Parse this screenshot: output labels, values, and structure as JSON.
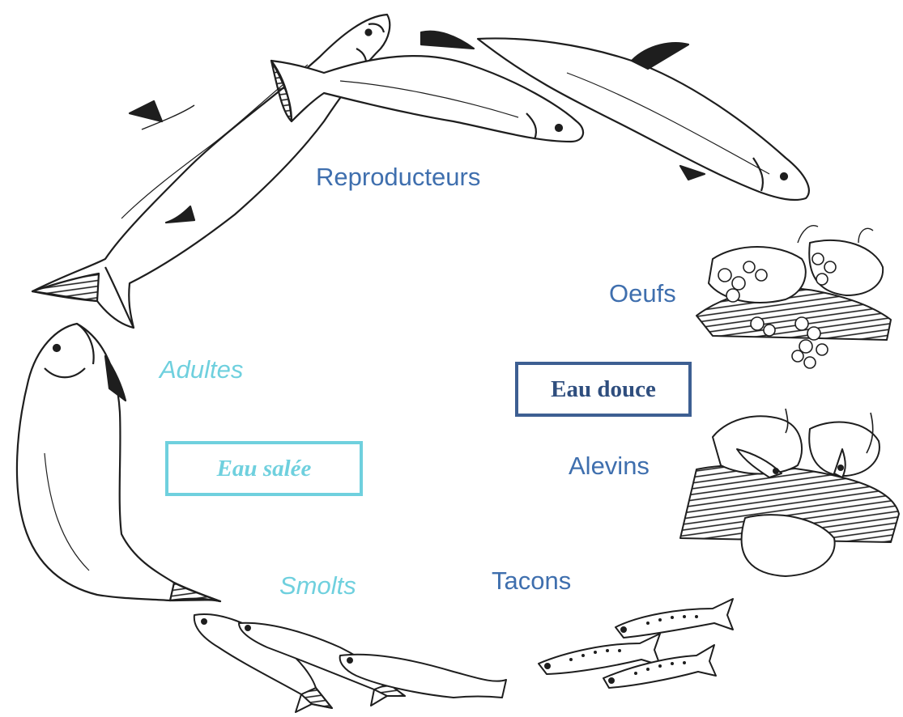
{
  "diagram": {
    "stages_freshwater": {
      "reproducteurs": "Reproducteurs",
      "oeufs": "Oeufs",
      "alevins": "Alevins",
      "tacons": "Tacons"
    },
    "stages_saltwater": {
      "adultes": "Adultes",
      "smolts": "Smolts"
    },
    "zones": {
      "eau_douce": "Eau douce",
      "eau_salee": "Eau salée"
    },
    "colors": {
      "freshwater_text": "#3f6fae",
      "freshwater_box": "#3d5f92",
      "saltwater": "#6fd0de",
      "ink": "#1e1e1e"
    },
    "icons": [
      "spawning-salmon-icon",
      "adult-salmon-icon",
      "eggs-in-gravel-icon",
      "alevins-icon",
      "parr-icon",
      "smolts-icon"
    ]
  }
}
